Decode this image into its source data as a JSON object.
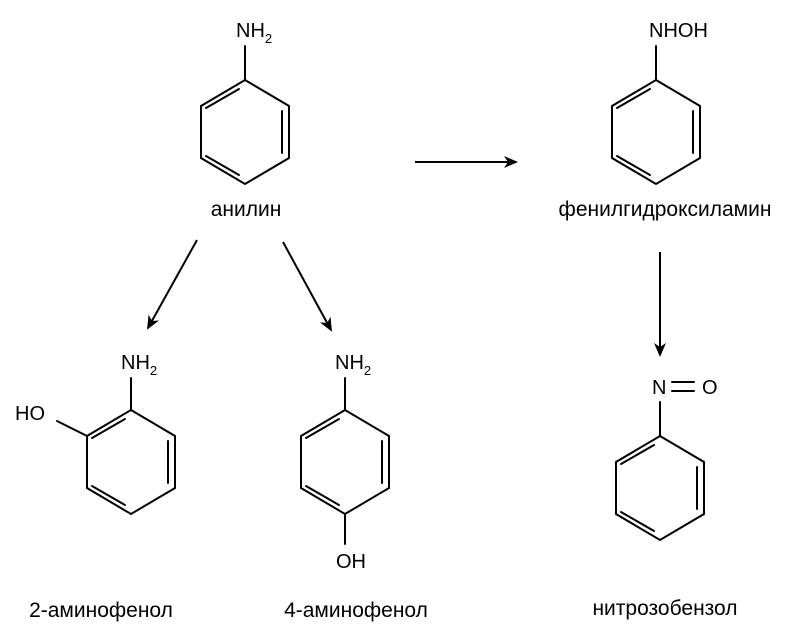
{
  "molecules": {
    "aniline": {
      "group_main": "NH",
      "group_sub": "2",
      "name": "анилин"
    },
    "phenylhydroxylamine": {
      "group": "NHOH",
      "name": "фенилгидроксиламин"
    },
    "aminophenol_2": {
      "amino_main": "NH",
      "amino_sub": "2",
      "hydroxy": "HO",
      "name": "2-аминофенол"
    },
    "aminophenol_4": {
      "amino_main": "NH",
      "amino_sub": "2",
      "hydroxy": "OH",
      "name": "4-аминофенол"
    },
    "nitrosobenzene": {
      "atom_n": "N",
      "atom_o": "O",
      "name": "нитрозобензол"
    }
  },
  "colors": {
    "ink": "#000000",
    "background": "#ffffff"
  }
}
